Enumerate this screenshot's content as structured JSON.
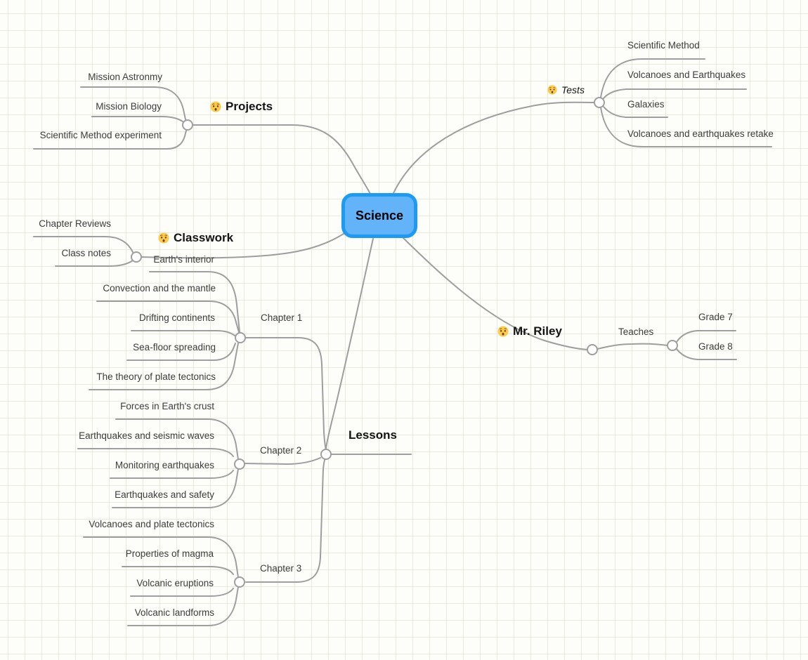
{
  "root": {
    "label": "Science"
  },
  "branches": {
    "projects": {
      "icon": "worried-face-emoji",
      "label": "Projects",
      "children": [
        "Mission Astronmy",
        "Mission Biology",
        "Scientific Method experiment"
      ]
    },
    "tests": {
      "icon": "worried-face-emoji",
      "label": "Tests",
      "children": [
        "Scientific Method",
        "Volcanoes and Earthquakes",
        "Galaxies",
        "Volcanoes and earthquakes retake"
      ]
    },
    "classwork": {
      "icon": "worried-face-emoji",
      "label": "Classwork",
      "children": [
        "Chapter Reviews",
        "Class notes"
      ]
    },
    "mr_riley": {
      "icon": "worried-face-emoji",
      "label": "Mr. Riley",
      "teaches": {
        "label": "Teaches",
        "children": [
          "Grade 7",
          "Grade 8"
        ]
      }
    },
    "lessons": {
      "label": "Lessons",
      "chapters": [
        {
          "label": "Chapter 1",
          "topics": [
            "Earth's interior",
            "Convection and the mantle",
            "Drifting continents",
            "Sea-floor spreading",
            "The theory of plate tectonics"
          ]
        },
        {
          "label": "Chapter 2",
          "topics": [
            "Forces in Earth's crust",
            "Earthquakes and seismic waves",
            "Monitoring earthquakes",
            "Earthquakes and safety"
          ]
        },
        {
          "label": "Chapter 3",
          "topics": [
            "Volcanoes and plate tectonics",
            "Properties of magma",
            "Volcanic eruptions",
            "Volcanic landforms"
          ]
        }
      ]
    }
  },
  "colors": {
    "root_fill": "#63B3F8",
    "root_border": "#1D9BF2",
    "line_color": "#9E9E9E",
    "grid_line": "#E6ECDC",
    "canvas_bg": "#FDFDF9",
    "text_color": "#3C3C3C",
    "emoji_yellow": "#FFCB4C"
  }
}
